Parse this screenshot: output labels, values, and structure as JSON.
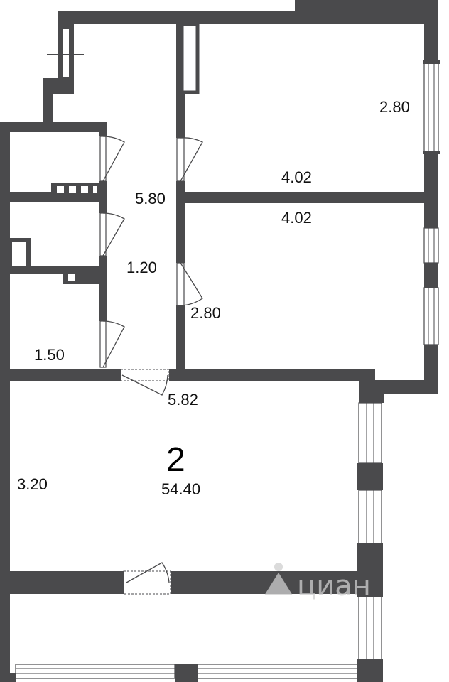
{
  "plan": {
    "rooms": [
      {
        "id": "room-top-right",
        "dims": [
          "2.80",
          "4.02"
        ]
      },
      {
        "id": "room-middle-right",
        "dims": [
          "4.02",
          "2.80"
        ]
      },
      {
        "id": "corridor",
        "dims": [
          "5.80",
          "1.20"
        ]
      },
      {
        "id": "small-room",
        "dims": [
          "1.50"
        ]
      },
      {
        "id": "living-room",
        "dims": [
          "5.82",
          "3.20"
        ]
      }
    ],
    "room_number": "2",
    "area": "54.40"
  },
  "watermark": {
    "text": "циан"
  },
  "colors": {
    "wall": "#4a4a4c",
    "background": "#ffffff"
  }
}
